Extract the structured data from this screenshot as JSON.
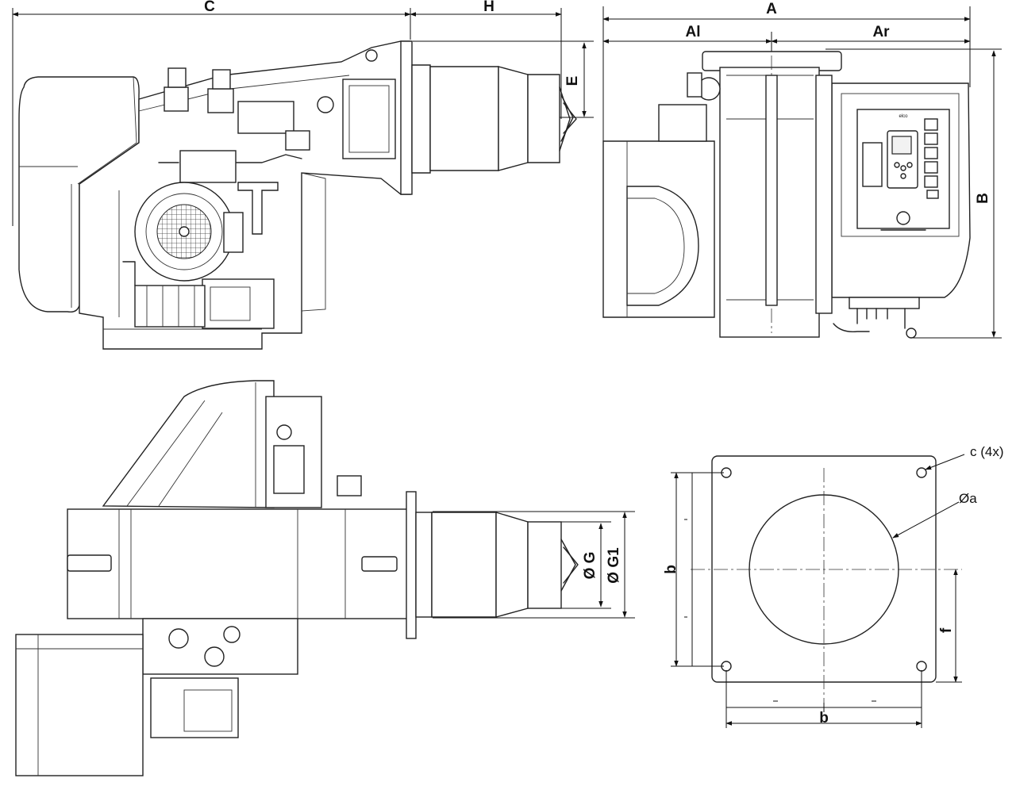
{
  "dimension_labels": {
    "C": "C",
    "H": "H",
    "E": "E",
    "A": "A",
    "Al": "Al",
    "Ar": "Ar",
    "B": "B",
    "G": "Ø G",
    "G1": "Ø G1",
    "flange_b_vertical": "b",
    "flange_b_horizontal": "b",
    "flange_f": "f",
    "flange_c": "c (4x)",
    "flange_a": "Øa"
  },
  "panel": {
    "brand": "elco"
  },
  "colors": {
    "line": "#222222",
    "background": "#ffffff"
  }
}
